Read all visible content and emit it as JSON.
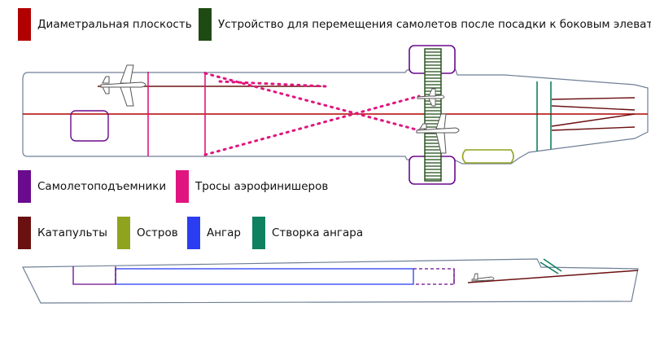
{
  "colors": {
    "centerline": "#b10000",
    "transfer": "#1f4a14",
    "elevator": "#6a0a8c",
    "arrestor": "#e0157f",
    "catapult": "#6b1010",
    "island": "#8fa31e",
    "hangar": "#2b3df0",
    "hangar_door": "#0f8060",
    "outline": "#6f7f96",
    "deck_fill": "#ffffff",
    "plane_fill": "#ffffff",
    "plane_stroke": "#555555"
  },
  "legend": {
    "centerline": {
      "label": "Диаметральная плоскость",
      "color_key": "centerline"
    },
    "transfer": {
      "label": "Устройство для перемещения самолетов после посадки к боковым элеваторам",
      "color_key": "transfer"
    },
    "elevator": {
      "label": "Самолетоподъемники",
      "color_key": "elevator"
    },
    "arrestor": {
      "label": "Тросы аэрофинишеров",
      "color_key": "arrestor"
    },
    "catapult": {
      "label": "Катапульты",
      "color_key": "catapult"
    },
    "island": {
      "label": "Остров",
      "color_key": "island"
    },
    "hangar": {
      "label": "Ангар",
      "color_key": "hangar"
    },
    "hangar_door": {
      "label": "Створка ангара",
      "color_key": "hangar_door"
    }
  }
}
